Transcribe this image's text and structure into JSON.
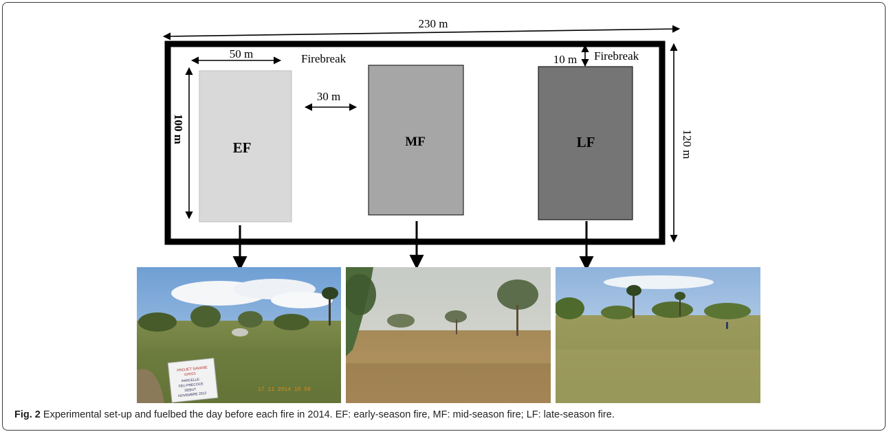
{
  "diagram": {
    "total_length_label": "230 m",
    "total_width_label": "120 m",
    "plot_length_label": "100 m",
    "plot_width_label": "50 m",
    "gap_label": "30 m",
    "firebreak_label_left": "Firebreak",
    "firebreak_label_right": "Firebreak",
    "firebreak_width_label": "10 m",
    "plots": [
      {
        "code": "EF",
        "color": "#d9d9d9"
      },
      {
        "code": "MF",
        "color": "#a6a6a6"
      },
      {
        "code": "LF",
        "color": "#757575"
      }
    ]
  },
  "photos": {
    "sign_text": [
      "PROJET SAVANE",
      "IDRISS",
      "PARCELLE:",
      "FEU PRECOCE",
      "DEBUT",
      "NOVEMBRE 2013"
    ],
    "timestamp": "17 11 2014 10 59"
  },
  "caption": {
    "label": "Fig. 2",
    "text": " Experimental set-up and fuelbed the day before each fire in 2014. EF: early-season fire, MF: mid-season fire; LF: late-season fire."
  }
}
